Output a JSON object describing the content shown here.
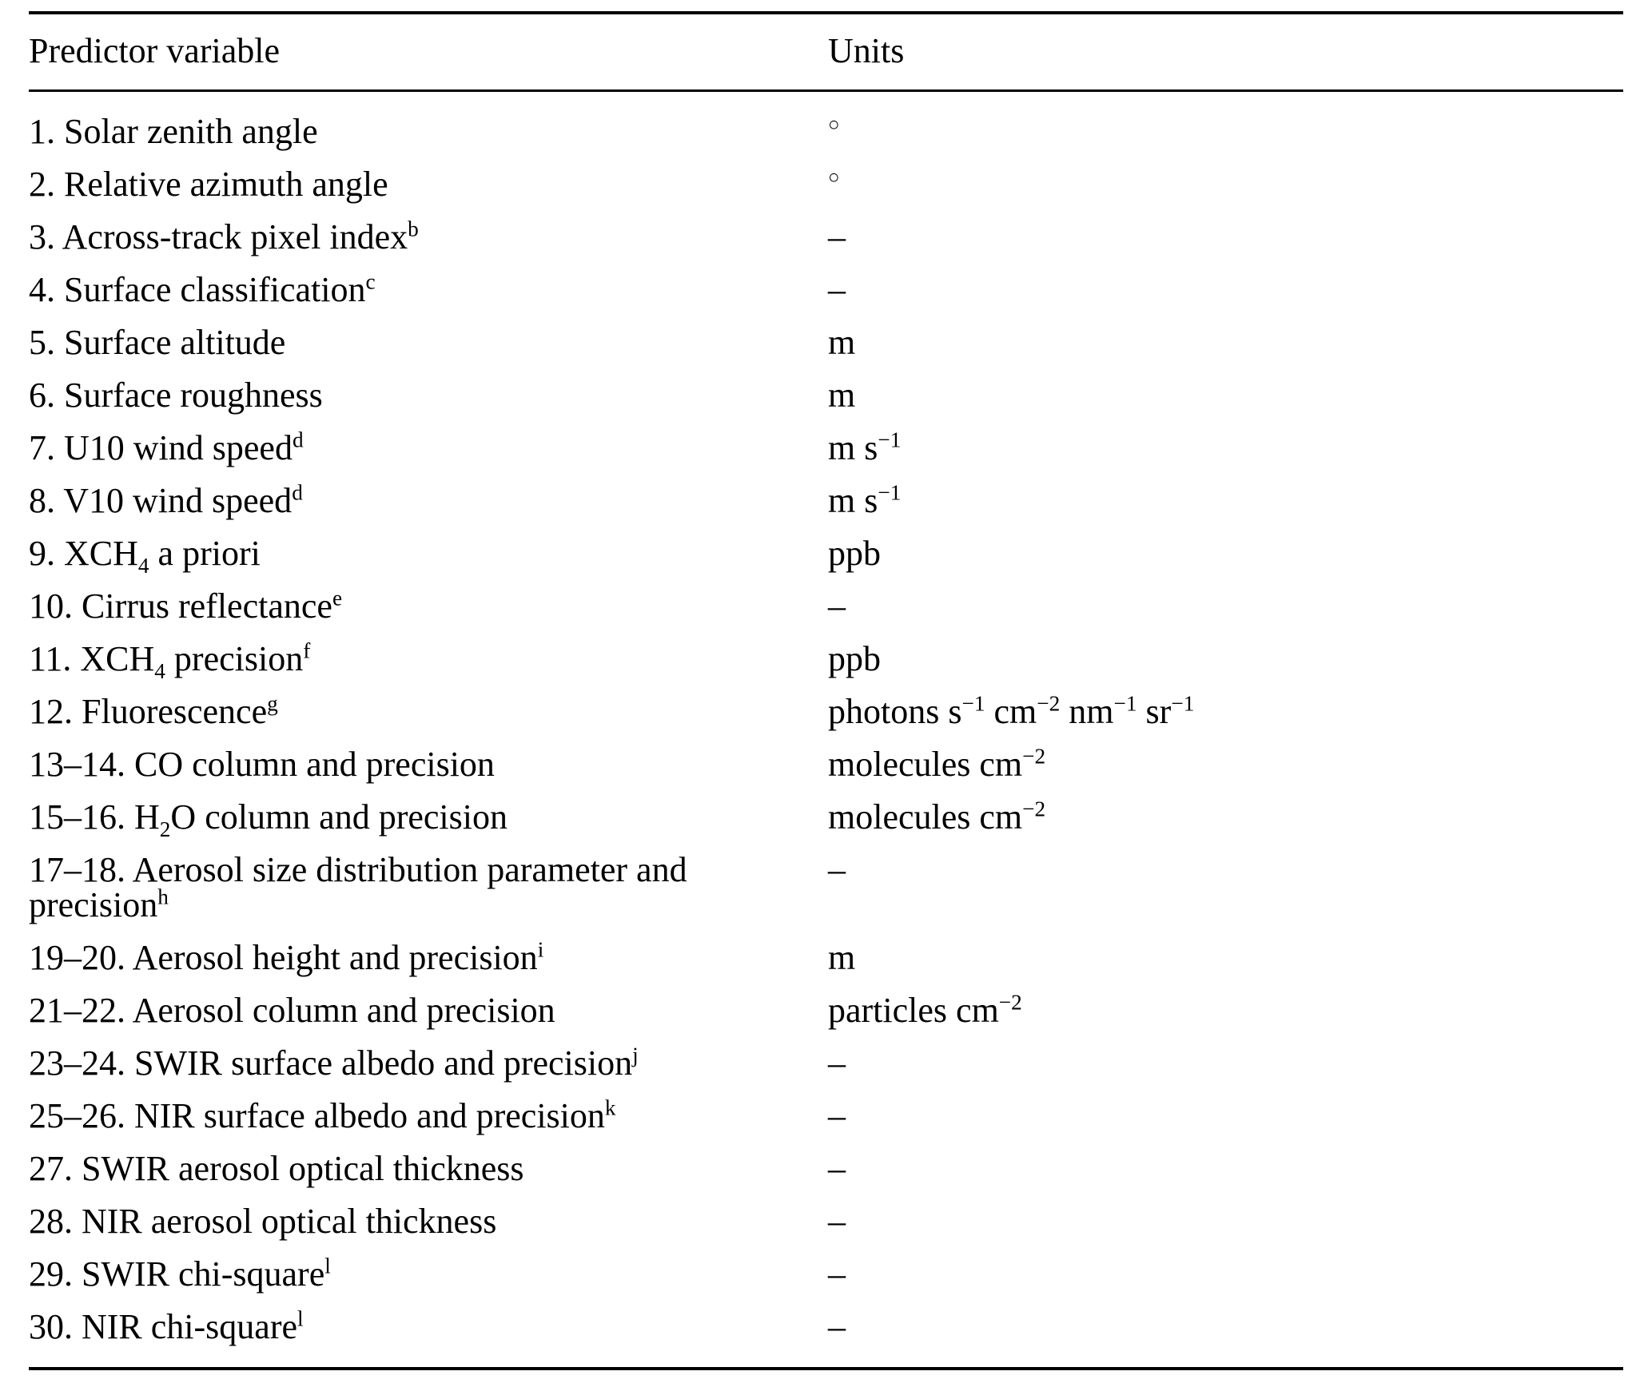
{
  "table": {
    "columns": [
      {
        "key": "variable",
        "label": "Predictor variable"
      },
      {
        "key": "units",
        "label": "Units"
      }
    ],
    "rows": [
      {
        "index": "1.",
        "name": "Solar zenith angle",
        "footnote": "",
        "units_text": "°",
        "units_kind": "degree"
      },
      {
        "index": "2.",
        "name": "Relative azimuth angle",
        "footnote": "",
        "units_text": "°",
        "units_kind": "degree"
      },
      {
        "index": "3.",
        "name": "Across-track pixel index",
        "footnote": "b",
        "units_text": "–",
        "units_kind": "plain"
      },
      {
        "index": "4.",
        "name": "Surface classification",
        "footnote": "c",
        "units_text": "–",
        "units_kind": "plain"
      },
      {
        "index": "5.",
        "name": "Surface altitude",
        "footnote": "",
        "units_text": "m",
        "units_kind": "plain"
      },
      {
        "index": "6.",
        "name": "Surface roughness",
        "footnote": "",
        "units_text": "m",
        "units_kind": "plain"
      },
      {
        "index": "7.",
        "name": "U10 wind speed",
        "footnote": "d",
        "units_text": "m s⁻¹",
        "units_kind": "ms1"
      },
      {
        "index": "8.",
        "name": "V10 wind speed",
        "footnote": "d",
        "units_text": "m s⁻¹",
        "units_kind": "ms1"
      },
      {
        "index": "9.",
        "name": "XCH4 a priori",
        "footnote": "",
        "units_text": "ppb",
        "units_kind": "plain",
        "name_kind": "xch4_apriori"
      },
      {
        "index": "10.",
        "name": "Cirrus reflectance",
        "footnote": "e",
        "units_text": "–",
        "units_kind": "plain"
      },
      {
        "index": "11.",
        "name": "XCH4 precision",
        "footnote": "f",
        "units_text": "ppb",
        "units_kind": "plain",
        "name_kind": "xch4_precision"
      },
      {
        "index": "12.",
        "name": "Fluorescence",
        "footnote": "g",
        "units_text": "photons s⁻¹ cm⁻² nm⁻¹ sr⁻¹",
        "units_kind": "fluorescence"
      },
      {
        "index": "13–14.",
        "name": "CO column and precision",
        "footnote": "",
        "units_text": "molecules cm⁻²",
        "units_kind": "molecules_cm2"
      },
      {
        "index": "15–16.",
        "name": "H2O column and precision",
        "footnote": "",
        "units_text": "molecules cm⁻²",
        "units_kind": "molecules_cm2",
        "name_kind": "h2o_column"
      },
      {
        "index": "17–18.",
        "name": "Aerosol size distribution parameter and precision",
        "footnote": "h",
        "units_text": "–",
        "units_kind": "plain"
      },
      {
        "index": "19–20.",
        "name": "Aerosol height and precision",
        "footnote": "i",
        "units_text": "m",
        "units_kind": "plain"
      },
      {
        "index": "21–22.",
        "name": "Aerosol column and precision",
        "footnote": "",
        "units_text": "particles cm⁻²",
        "units_kind": "particles_cm2"
      },
      {
        "index": "23–24.",
        "name": "SWIR surface albedo and precision",
        "footnote": "j",
        "units_text": "–",
        "units_kind": "plain"
      },
      {
        "index": "25–26.",
        "name": "NIR surface albedo and precision",
        "footnote": "k",
        "units_text": "–",
        "units_kind": "plain"
      },
      {
        "index": "27.",
        "name": "SWIR aerosol optical thickness",
        "footnote": "",
        "units_text": "–",
        "units_kind": "plain"
      },
      {
        "index": "28.",
        "name": "NIR aerosol optical thickness",
        "footnote": "",
        "units_text": "–",
        "units_kind": "plain"
      },
      {
        "index": "29.",
        "name": "SWIR chi-square",
        "footnote": "l",
        "units_text": "–",
        "units_kind": "plain"
      },
      {
        "index": "30.",
        "name": "NIR chi-square",
        "footnote": "l",
        "units_text": "–",
        "units_kind": "plain"
      }
    ]
  },
  "symbols": {
    "degree": "°",
    "en_dash": "–",
    "minus": "−",
    "subscript_4": "4",
    "subscript_2": "2"
  }
}
